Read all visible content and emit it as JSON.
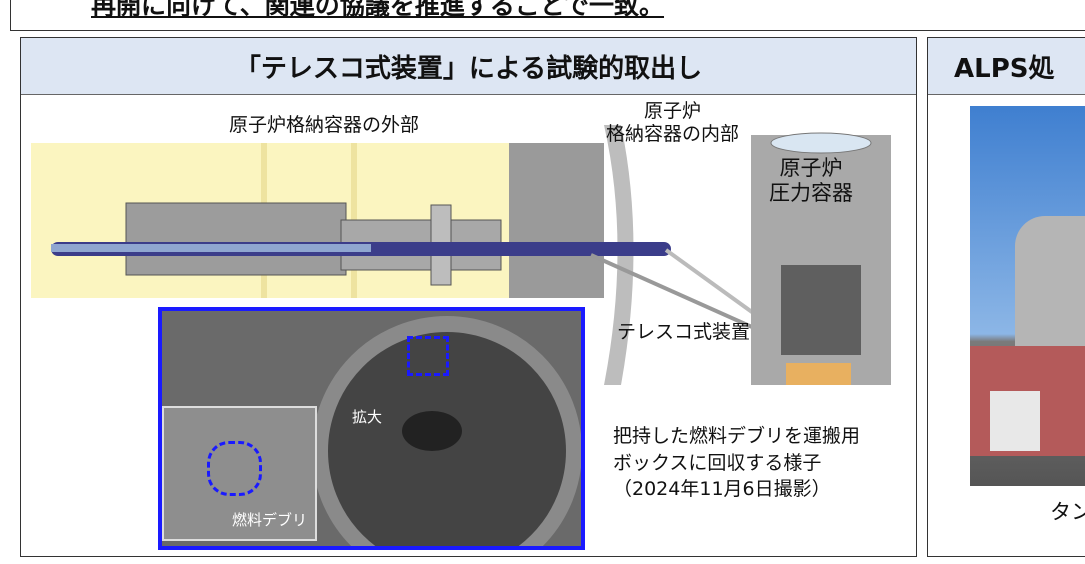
{
  "top_text": "再開に向けて、関連の協議を推進することで一致。",
  "left_panel": {
    "title": "「テレスコ式装置」による試験的取出し",
    "label_outside": "原子炉格納容器の外部",
    "label_inside": "原子炉\n格納容器の内部",
    "label_rpv": "原子炉\n圧力容器",
    "label_device": "テレスコ式装置",
    "label_zoom": "拡大",
    "label_debris": "燃料デブリ",
    "caption": "把持した燃料デブリを運搬用\nボックスに回収する様子\n（2024年11月6日撮影）",
    "photo_border_color": "#1a1aff",
    "header_bg": "#dde6f3"
  },
  "right_panel": {
    "title": "ALPS処",
    "caption": "タン"
  }
}
